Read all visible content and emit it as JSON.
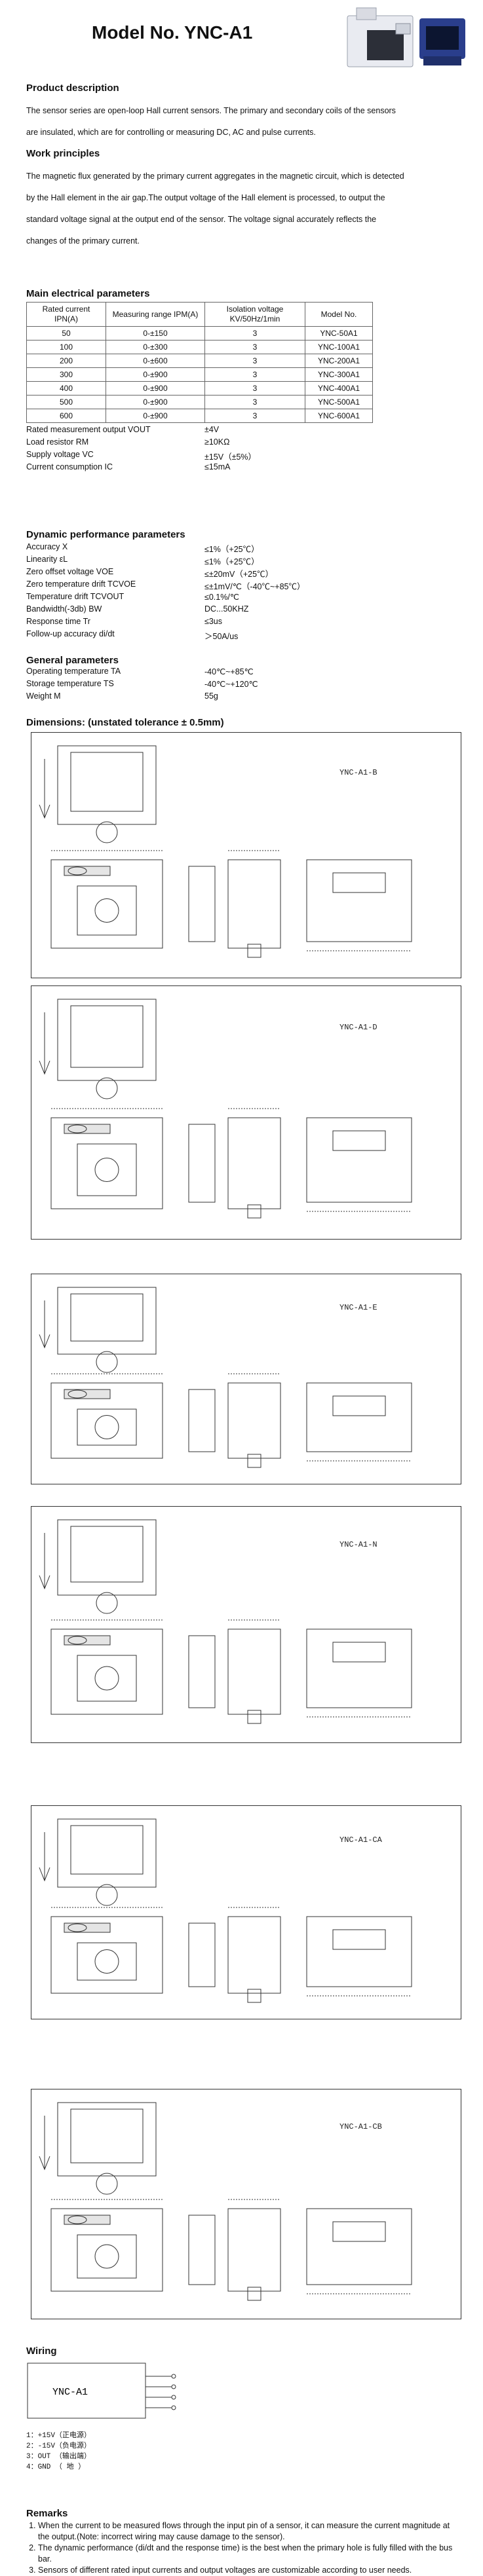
{
  "header": {
    "title": "Model No. YNC-A1"
  },
  "description": {
    "heading": "Product description",
    "lines": [
      "The sensor series are open-loop Hall current sensors. The primary and secondary coils of the sensors",
      "are insulated, which are for controlling or measuring DC, AC and pulse currents."
    ]
  },
  "principles": {
    "heading": "Work principles",
    "lines": [
      "The magnetic flux generated by the primary current aggregates in the magnetic circuit, which is detected",
      "by the Hall element in the air gap.The output voltage of the Hall element is processed, to output the",
      "standard voltage signal at the output end of the sensor. The voltage signal accurately reflects the",
      "changes of the primary current."
    ]
  },
  "electrical": {
    "heading": "Main electrical parameters",
    "columns": [
      "Rated current IPN(A)",
      "Measuring range IPM(A)",
      "Isolation voltage KV/50Hz/1min",
      "Model No."
    ],
    "rows": [
      [
        "50",
        "0-±150",
        "3",
        "YNC-50A1"
      ],
      [
        "100",
        "0-±300",
        "3",
        "YNC-100A1"
      ],
      [
        "200",
        "0-±600",
        "3",
        "YNC-200A1"
      ],
      [
        "300",
        "0-±900",
        "3",
        "YNC-300A1"
      ],
      [
        "400",
        "0-±900",
        "3",
        "YNC-400A1"
      ],
      [
        "500",
        "0-±900",
        "3",
        "YNC-500A1"
      ],
      [
        "600",
        "0-±900",
        "3",
        "YNC-600A1"
      ]
    ],
    "params": [
      [
        "Rated measurement output VOUT",
        "±4V"
      ],
      [
        "Load resistor RM",
        "≥10KΩ"
      ],
      [
        "Supply voltage VC",
        "±15V（±5%）"
      ],
      [
        "Current consumption IC",
        "≤15mA"
      ]
    ]
  },
  "dynamic": {
    "heading": "Dynamic performance parameters",
    "params": [
      [
        "Accuracy X",
        "≤1%（+25℃）"
      ],
      [
        "Linearity εL",
        "≤1%（+25℃）"
      ],
      [
        "Zero offset voltage VOE",
        "≤±20mV（+25℃）"
      ],
      [
        "Zero temperature drift TCVOE",
        "≤±1mV/℃（-40℃~+85℃）"
      ],
      [
        "Temperature drift TCVOUT",
        "≤0.1%/℃"
      ],
      [
        "Bandwidth(-3db) BW",
        "DC...50KHZ"
      ],
      [
        "Response time Tr",
        "≤3us"
      ],
      [
        "Follow-up accuracy di/dt",
        "＞50A/us"
      ]
    ]
  },
  "general": {
    "heading": "General parameters",
    "params": [
      [
        "Operating temperature TA",
        "-40℃~+85℃"
      ],
      [
        "Storage temperature TS",
        "-40℃~+120℃"
      ],
      [
        "Weight M",
        "55g"
      ]
    ]
  },
  "dimensions": {
    "heading": "Dimensions: (unstated tolerance ± 0.5mm)",
    "drawings": [
      {
        "model": "YNC-A1-B"
      },
      {
        "model": "YNC-A1-D"
      },
      {
        "model": "YNC-A1-E"
      },
      {
        "model": "YNC-A1-N"
      },
      {
        "model": "YNC-A1-CA"
      },
      {
        "model": "YNC-A1-CB"
      }
    ]
  },
  "wiring": {
    "heading": "Wiring",
    "label": "YNC-A1",
    "pins": [
      "1：+15V（正电源）",
      "2：-15V（负电源）",
      "3：OUT （输出端）",
      "4：GND （ 地 ）"
    ]
  },
  "remarks": {
    "heading": "Remarks",
    "items": [
      "When the current to be measured flows through the input pin of a sensor, it can measure the current magnitude at the output.(Note: incorrect wiring may cause damage to the sensor).",
      "The dynamic performance (di/dt and the response time) is the best when the primary hole is fully filled with the bus bar.",
      "Sensors of different rated input currents and output voltages are customizable according to user needs."
    ]
  }
}
